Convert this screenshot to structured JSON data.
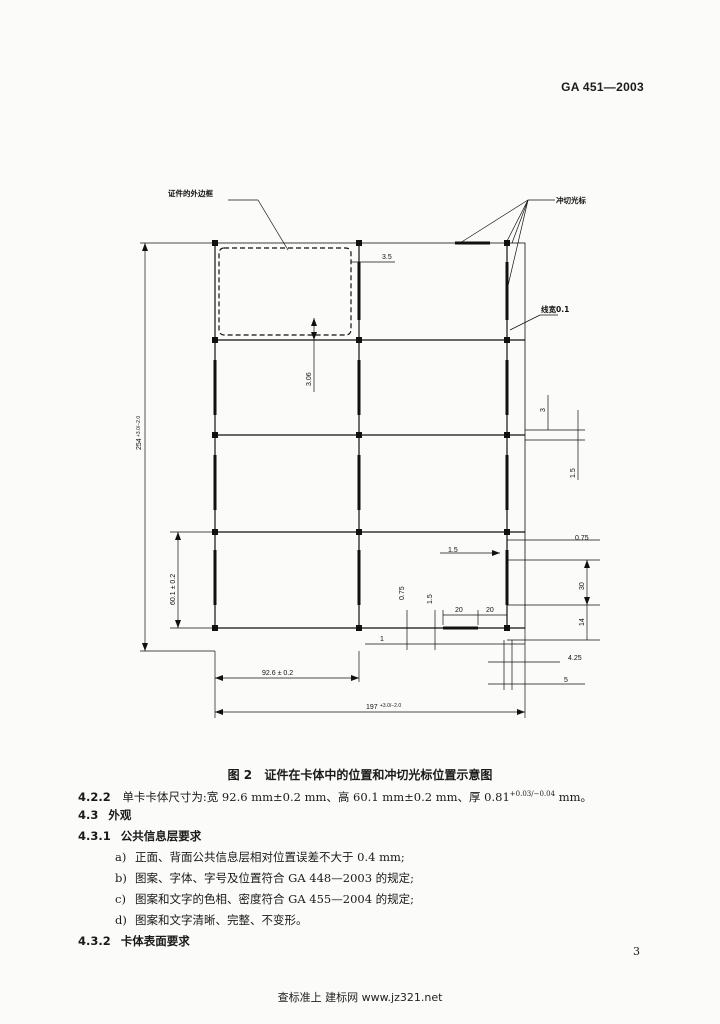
{
  "header": {
    "standard_code": "GA 451—2003"
  },
  "figure": {
    "labels": {
      "outer_frame": "证件的外边框",
      "punch_mark": "冲切光标",
      "line_width": "线宽0.1"
    },
    "dims": {
      "d_3_5": "3.5",
      "d_3_06": "3.06",
      "d_254": "254",
      "d_254_tol": "+3.0/−2.0",
      "d_3": "3",
      "d_1_5_a": "1.5",
      "d_0_75_a": "0.75",
      "d_1_5_b": "1.5",
      "d_60_1": "60.1 ± 0.2",
      "d_30": "30",
      "d_0_75_b": "0.75",
      "d_1_5_c": "1.5",
      "d_20_a": "20",
      "d_20_b": "20",
      "d_14": "14",
      "d_1": "1",
      "d_92_6": "92.6 ± 0.2",
      "d_4_25": "4.25",
      "d_5": "5",
      "d_197": "197",
      "d_197_tol": "+3.0/−2.0"
    }
  },
  "caption": {
    "number": "图 2",
    "title": "证件在卡体中的位置和冲切光标位置示意图"
  },
  "content": {
    "c422": {
      "num": "4.2.2",
      "text": "单卡卡体尺寸为:宽 92.6 mm±0.2 mm、高 60.1 mm±0.2 mm、厚 0.81",
      "tol": "+0.03/−0.04",
      "unit": " mm。"
    },
    "c43": {
      "num": "4.3",
      "title": "外观"
    },
    "c431": {
      "num": "4.3.1",
      "title": "公共信息层要求"
    },
    "items": [
      {
        "mark": "a)",
        "text": "正面、背面公共信息层相对位置误差不大于 0.4 mm;"
      },
      {
        "mark": "b)",
        "text": "图案、字体、字号及位置符合 GA 448—2003 的规定;"
      },
      {
        "mark": "c)",
        "text": "图案和文字的色相、密度符合 GA 455—2004 的规定;"
      },
      {
        "mark": "d)",
        "text": "图案和文字清晰、完整、不变形。"
      }
    ],
    "c432": {
      "num": "4.3.2",
      "title": "卡体表面要求"
    }
  },
  "page_number": "3",
  "footer": {
    "text": "查标准上  建标网  www.jz321.net"
  }
}
